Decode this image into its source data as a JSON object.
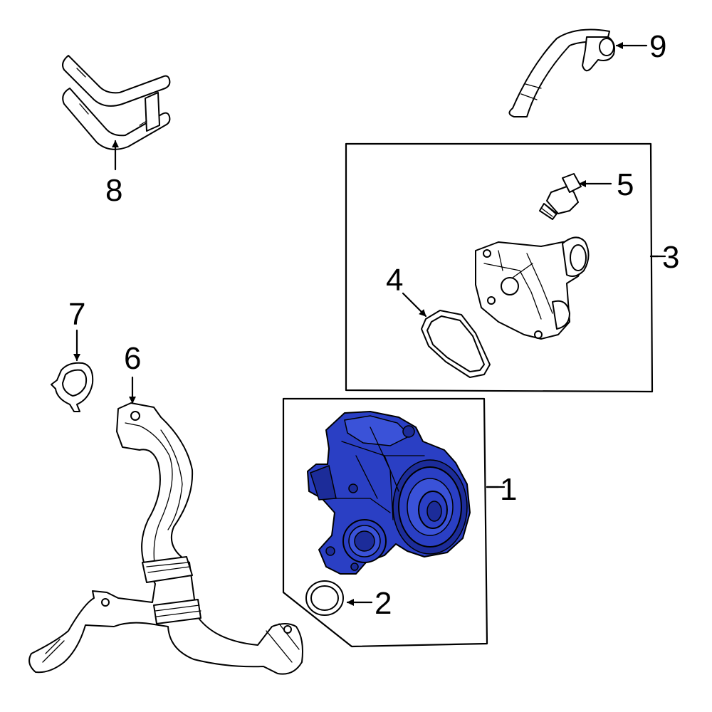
{
  "diagram": {
    "highlight_color": "#2a3fc4",
    "callouts": {
      "c1": "1",
      "c2": "2",
      "c3": "3",
      "c4": "4",
      "c5": "5",
      "c6": "6",
      "c7": "7",
      "c8": "8",
      "c9": "9"
    }
  }
}
